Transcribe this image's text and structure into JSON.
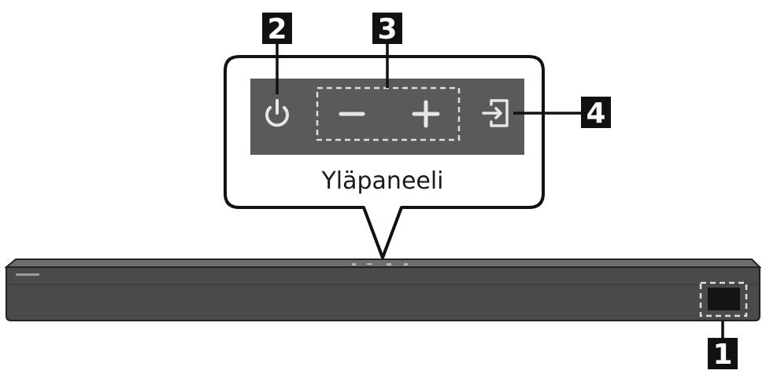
{
  "panel": {
    "caption": "Yläpaneeli",
    "controls": [
      {
        "id": "power",
        "icon": "power-icon"
      },
      {
        "id": "volume-down",
        "icon": "minus-icon"
      },
      {
        "id": "volume-up",
        "icon": "plus-icon"
      },
      {
        "id": "source",
        "icon": "input-source-icon"
      }
    ]
  },
  "markers": [
    {
      "id": "display",
      "label": "1"
    },
    {
      "id": "power",
      "label": "2"
    },
    {
      "id": "volume",
      "label": "3"
    },
    {
      "id": "source",
      "label": "4"
    }
  ],
  "colors": {
    "panel_bg": "#5a5a5a",
    "icon": "#e6e6e6",
    "soundbar_body": "#4a4a4a",
    "soundbar_top": "#6e6e6e",
    "display_window": "#141414",
    "marker_bg": "#111111",
    "outline": "#111111"
  }
}
